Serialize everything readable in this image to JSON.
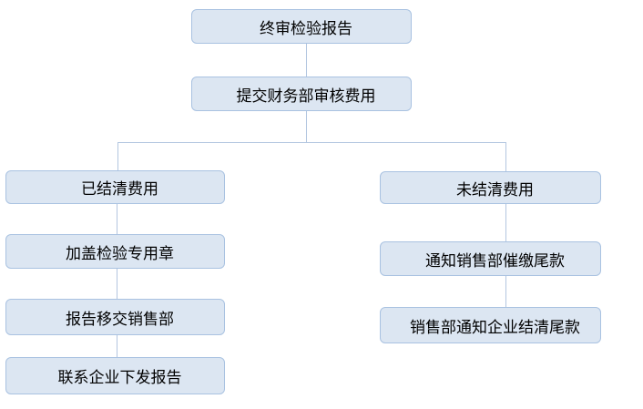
{
  "colors": {
    "background": "#ffffff",
    "box_fill": "#dce6f2",
    "box_border": "#a9c2e1",
    "connector": "#b3c6e0",
    "text": "#000000"
  },
  "nodes": {
    "final_report": "终审检验报告",
    "submit_finance_review": "提交财务部审核费用",
    "fees_settled": "已结清费用",
    "fees_unsettled": "未结清费用",
    "stamp_inspection_seal": "加盖检验专用章",
    "notify_sales_collect_balance": "通知销售部催缴尾款",
    "report_to_sales": "报告移交销售部",
    "sales_notify_enterprise_settle": "销售部通知企业结清尾款",
    "contact_enterprise_issue_report": "联系企业下发报告"
  },
  "edges": [
    [
      "final_report",
      "submit_finance_review"
    ],
    [
      "submit_finance_review",
      "fees_settled"
    ],
    [
      "submit_finance_review",
      "fees_unsettled"
    ],
    [
      "fees_settled",
      "stamp_inspection_seal"
    ],
    [
      "stamp_inspection_seal",
      "report_to_sales"
    ],
    [
      "report_to_sales",
      "contact_enterprise_issue_report"
    ],
    [
      "fees_unsettled",
      "notify_sales_collect_balance"
    ],
    [
      "notify_sales_collect_balance",
      "sales_notify_enterprise_settle"
    ]
  ]
}
